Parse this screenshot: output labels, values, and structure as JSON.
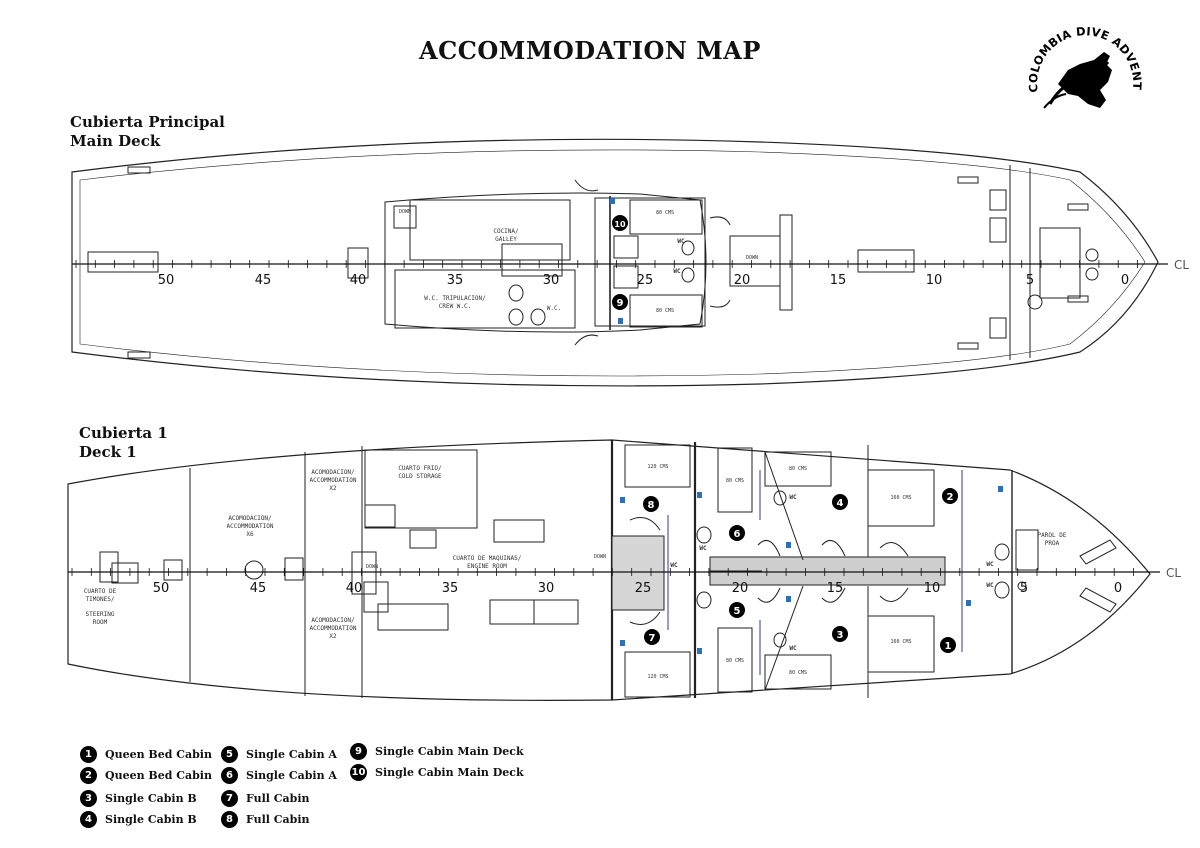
{
  "title": "ACCOMMODATION MAP",
  "logo": {
    "text": "COLOMBIA DIVE ADVENTURES"
  },
  "main_deck": {
    "label_es": "Cubierta Principal",
    "label_en": "Main Deck",
    "scale": [
      "50",
      "45",
      "40",
      "35",
      "30",
      "25",
      "20",
      "15",
      "10",
      "5",
      "0"
    ],
    "cl": "CL",
    "rooms": {
      "galley": "COCINA/",
      "galley2": "GALLEY",
      "crew_wc": "W.C. TRIPULACION/",
      "crew_wc2": "CREW W.C.",
      "wc": "W.C.",
      "cabin_size_top": "80 CMS",
      "cabin_size_bottom": "80 CMS",
      "down1": "DOWN",
      "down2": "DOWN",
      "wc_a": "WC",
      "wc_b": "WC"
    }
  },
  "deck1": {
    "label_es": "Cubierta 1",
    "label_en": "Deck 1",
    "scale": [
      "50",
      "45",
      "40",
      "35",
      "30",
      "25",
      "20",
      "15",
      "10",
      "5",
      "0"
    ],
    "cl": "CL",
    "rooms": {
      "steering_1": "CUARTO DE",
      "steering_2": "TIMONES/",
      "steering_3": "STEERING",
      "steering_4": "ROOM",
      "acc_x6_1": "ACOMODACION/",
      "acc_x6_2": "ACCOMMODATION",
      "acc_x6_3": "X6",
      "acc_x2a_1": "ACOMODACION/",
      "acc_x2a_2": "ACCOMMODATION",
      "acc_x2a_3": "X2",
      "acc_x2b_1": "ACOMODACION/",
      "acc_x2b_2": "ACCOMMODATION",
      "acc_x2b_3": "X2",
      "cold_1": "CUARTO FRIO/",
      "cold_2": "COLD STORAGE",
      "engine_1": "CUARTO DE MAQUINAS/",
      "engine_2": "ENGINE ROOM",
      "parol_1": "PAROL DE",
      "parol_2": "PROA",
      "bed_120_top": "120 CMS",
      "bed_120_bottom": "120 CMS",
      "bed_80_a": "80 CMS",
      "bed_80_b": "80 CMS",
      "bed_80_c": "80 CMS",
      "bed_80_d": "80 CMS",
      "bed_160_a": "160 CMS",
      "bed_160_b": "160 CMS",
      "down1": "DOWN",
      "down2": "DOWN",
      "wc1": "WC",
      "wc2": "WC",
      "wc3": "WC",
      "wc4": "WC",
      "wc5": "WC",
      "wc6": "WC"
    },
    "markers": [
      "8",
      "6",
      "4",
      "2",
      "7",
      "5",
      "3",
      "1"
    ]
  },
  "main_markers": [
    "10",
    "9"
  ],
  "legend": [
    {
      "num": "1",
      "label": "Queen Bed Cabin"
    },
    {
      "num": "2",
      "label": "Queen Bed Cabin"
    },
    {
      "num": "3",
      "label": "Single Cabin B"
    },
    {
      "num": "4",
      "label": "Single Cabin B"
    },
    {
      "num": "5",
      "label": "Single Cabin A"
    },
    {
      "num": "6",
      "label": "Single Cabin A"
    },
    {
      "num": "7",
      "label": "Full Cabin"
    },
    {
      "num": "8",
      "label": "Full Cabin"
    },
    {
      "num": "9",
      "label": "Single Cabin Main Deck"
    },
    {
      "num": "10",
      "label": "Single Cabin Main Deck"
    }
  ]
}
